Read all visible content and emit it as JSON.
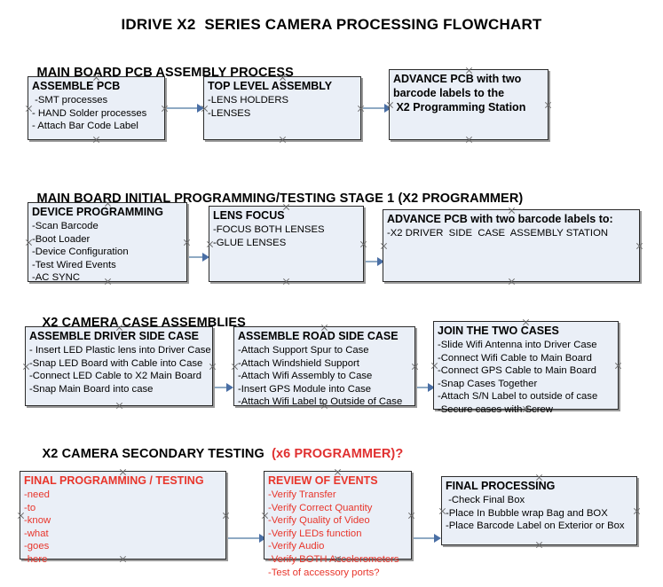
{
  "document": {
    "title": "IDRIVE X2  SERIES CAMERA PROCESSING FLOWCHART"
  },
  "colors": {
    "box_fill": "#eaeff7",
    "box_border": "#2b2b2b",
    "connector": "#8faac4",
    "arrow_head": "#4a6fa5",
    "accent_red": "#e8352b"
  },
  "sections": [
    {
      "heading": "MAIN BOARD PCB ASSEMBLY PROCESS",
      "heading_accent": "",
      "boxes": [
        {
          "title": "ASSEMBLE PCB",
          "lines": [
            " -SMT processes",
            "- HAND Solder processes",
            "- Attach Bar Code Label"
          ]
        },
        {
          "title": "TOP LEVEL ASSEMBLY",
          "lines": [
            "-LENS HOLDERS",
            "-LENSES"
          ]
        },
        {
          "title": "ADVANCE PCB with two",
          "lines": [
            "barcode labels to the",
            " X2 Programming Station"
          ]
        }
      ]
    },
    {
      "heading": "MAIN BOARD INITIAL PROGRAMMING/TESTING STAGE 1 (X2 PROGRAMMER)",
      "heading_accent": "",
      "boxes": [
        {
          "title": "DEVICE PROGRAMMING",
          "lines": [
            "-Scan Barcode",
            "-Boot Loader",
            "-Device Configuration",
            "-Test Wired Events",
            "-AC SYNC"
          ]
        },
        {
          "title": "LENS FOCUS",
          "lines": [
            "-FOCUS BOTH LENSES",
            "-GLUE LENSES"
          ]
        },
        {
          "title": "ADVANCE PCB with two barcode labels to:",
          "lines": [
            "-X2 DRIVER  SIDE  CASE  ASSEMBLY STATION"
          ]
        }
      ]
    },
    {
      "heading": "X2 CAMERA CASE ASSEMBLIES",
      "heading_accent": "",
      "boxes": [
        {
          "title": "ASSEMBLE DRIVER SIDE CASE",
          "lines": [
            "- Insert LED Plastic lens into Driver Case",
            "-Snap LED Board with Cable into Case",
            "-Connect LED Cable to X2 Main Board",
            "-Snap Main Board into case"
          ]
        },
        {
          "title": "ASSEMBLE ROAD SIDE CASE",
          "lines": [
            "-Attach Support Spur to Case",
            "-Attach Windshield Support",
            "-Attach Wifi Assembly to Case",
            "-Insert GPS Module into Case",
            "-Attach Wifi Label to Outside of Case"
          ]
        },
        {
          "title": "JOIN THE TWO CASES",
          "lines": [
            "-Slide Wifi Antenna into Driver Case",
            "-Connect Wifi Cable to Main Board",
            "-Connect GPS Cable to Main Board",
            "-Snap Cases Together",
            "-Attach S/N Label to outside of case",
            "-Secure cases with Screw"
          ]
        }
      ]
    },
    {
      "heading": "X2 CAMERA SECONDARY TESTING  ",
      "heading_accent": "(x6 PROGRAMMER)?",
      "boxes": [
        {
          "title": "FINAL PROGRAMMING / TESTING",
          "lines": [
            "-need",
            "-to",
            "-know",
            "-what",
            "-goes",
            "-here"
          ]
        },
        {
          "title": "REVIEW OF EVENTS",
          "lines": [
            "-Verify Transfer",
            "-Verify Correct Quantity",
            "-Verify Quality of Video",
            "-Verify LEDs function",
            "-Verify Audio",
            "-Verify BOTH Accelerometers",
            "-Test of accessory ports?"
          ]
        },
        {
          "title": "FINAL PROCESSING",
          "lines": [
            " -Check Final Box",
            "-Place In Bubble wrap Bag and BOX",
            "-Place Barcode Label on Exterior or Box"
          ]
        }
      ]
    }
  ]
}
